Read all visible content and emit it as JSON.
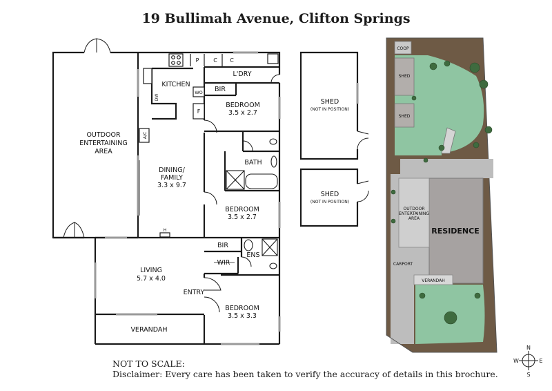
{
  "title": "19 Bullimah Avenue, Clifton Springs",
  "rooms": {
    "outdoor_area": [
      "OUTDOOR",
      "ENTERTAINING",
      "AREA"
    ],
    "kitchen": "KITCHEN",
    "laundry": "L'DRY",
    "bir_top": "BIR",
    "bedroom1": "BEDROOM",
    "bedroom1_size": "3.5 x 2.7",
    "dining": [
      "DINING/",
      "FAMILY"
    ],
    "dining_size": "3.3 x 9.7",
    "bath": "BATH",
    "bedroom2": "BEDROOM",
    "bedroom2_size": "3.5 x 2.7",
    "bir_mid": "BIR",
    "wir": "WIR",
    "ens": "ENS",
    "living": "LIVING",
    "living_size": "5.7 x 4.0",
    "entry": "ENTRY",
    "bedroom3": "BEDROOM",
    "bedroom3_size": "3.5 x 3.3",
    "verandah": "VERANDAH"
  },
  "fixtures": {
    "pantry": "P",
    "cupboard1": "C",
    "cupboard2": "C",
    "wall_oven": "WO",
    "fridge": "F",
    "dishwasher": "DW",
    "aircon": "A/C",
    "heater": "H"
  },
  "sheds": {
    "shed1": "SHED",
    "shed1_note": "(NOT IN POSITION)",
    "shed2": "SHED",
    "shed2_note": "(NOT IN POSITION)"
  },
  "site": {
    "coop": "COOP",
    "shed_a": "SHED",
    "shed_b": "SHED",
    "outdoor": [
      "OUTDOOR",
      "ENTERTAINING",
      "AREA"
    ],
    "residence": "RESIDENCE",
    "carport": "CARPORT",
    "verandah": "VERANDAH"
  },
  "compass": {
    "n": "N",
    "s": "S",
    "e": "E",
    "w": "W"
  },
  "footer": {
    "scale": "NOT TO SCALE:",
    "disclaimer": "Disclaimer: Every care has been taken to verify the accuracy of details in this brochure."
  },
  "colors": {
    "wall": "#1a1a1a",
    "lawn": "#8fc5a2",
    "garden_bed": "#6e5a45",
    "paving": "#bdbdbd",
    "residence": "#a6a2a1",
    "shed_roof": "#b2aeab"
  }
}
